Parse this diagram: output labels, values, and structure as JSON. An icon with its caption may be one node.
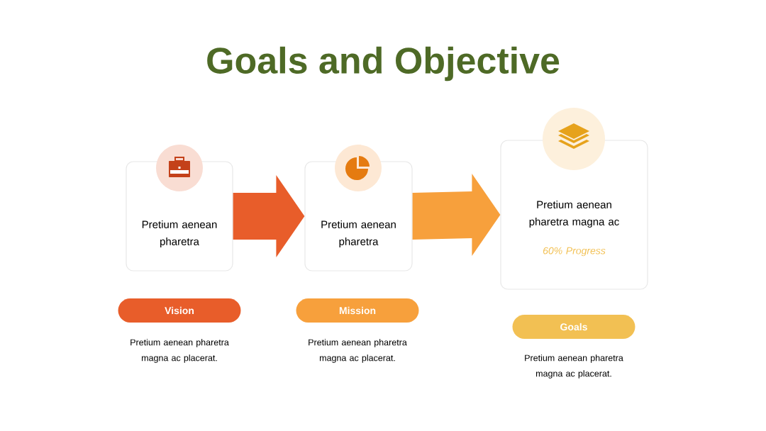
{
  "diagram": {
    "title": "Goals and Objective",
    "nodes": [
      {
        "text": [
          "Pretium aenean pharetra"
        ]
      },
      {
        "text": [
          "Pretium aenean pharetra"
        ]
      },
      {
        "text": [
          "Pretium aenean pharetra magna ac",
          "60% Progress"
        ]
      },
      {
        "text": [
          "Vision"
        ],
        "beside": [
          "Pretium aenean pharetra magna ac placerat."
        ]
      },
      {
        "text": [
          "Mission"
        ],
        "beside": [
          "Pretium aenean pharetra magna ac placerat."
        ]
      },
      {
        "text": [
          "Goals"
        ],
        "beside": [
          "Pretium aenean pharetra magna ac placerat."
        ]
      }
    ],
    "edges": [
      {
        "from": 0,
        "to": 1,
        "arrow": "to",
        "color": "#e85d2a"
      },
      {
        "from": 1,
        "to": 2,
        "arrow": "to",
        "color": "#f7a03c"
      }
    ]
  }
}
